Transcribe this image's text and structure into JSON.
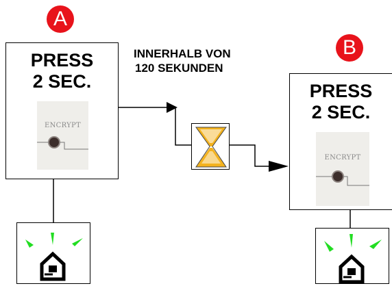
{
  "step_a": {
    "badge": "A",
    "instruction": [
      "PRESS",
      "2 SEC."
    ],
    "button_caption": "ENCRYPT"
  },
  "step_b": {
    "badge": "B",
    "instruction": [
      "PRESS",
      "2 SEC."
    ],
    "button_caption": "ENCRYPT"
  },
  "timing_note": [
    "INNERHALB VON",
    "120 SEKUNDEN"
  ],
  "colors": {
    "badge": "#e8131b",
    "signal_rays": "#22dd22",
    "hourglass_sand": "#f3b21e"
  },
  "icons": {
    "connector_device": "house-plug-icon",
    "timer": "hourglass-icon",
    "press_button": "encrypt-button-icon"
  }
}
